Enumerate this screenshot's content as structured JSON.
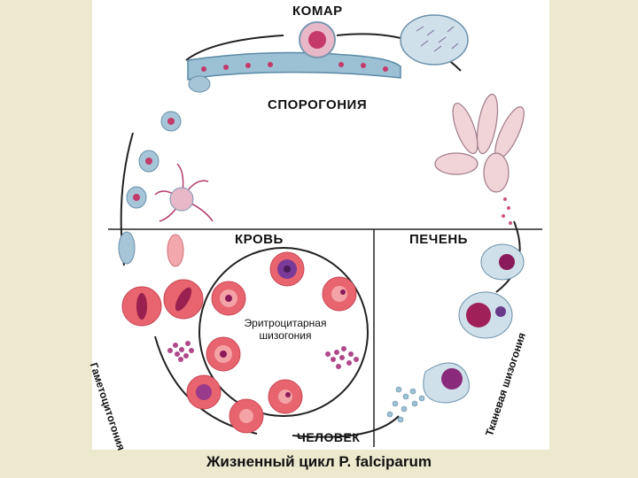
{
  "labels": {
    "mosquito": "КОМАР",
    "sporogony": "СПОРОГОНИЯ",
    "blood": "КРОВЬ",
    "liver": "ПЕЧЕНЬ",
    "human": "ЧЕЛОВЕК",
    "erythro_line1": "Эритроцитарная",
    "erythro_line2": "шизогония",
    "gametocytogony": "Гаметоцитогония",
    "tissue_schizogony": "Тканевая шизогония"
  },
  "caption": "Жизненный цикл P. falciparum",
  "colors": {
    "background": "#ece9cf",
    "panel": "#ffffff",
    "rbc": "#e8646e",
    "rbc_light": "#f3a3a6",
    "parasite": "#8a1a5a",
    "mosquito_cell": "#9cc0d4",
    "line": "#222222"
  }
}
